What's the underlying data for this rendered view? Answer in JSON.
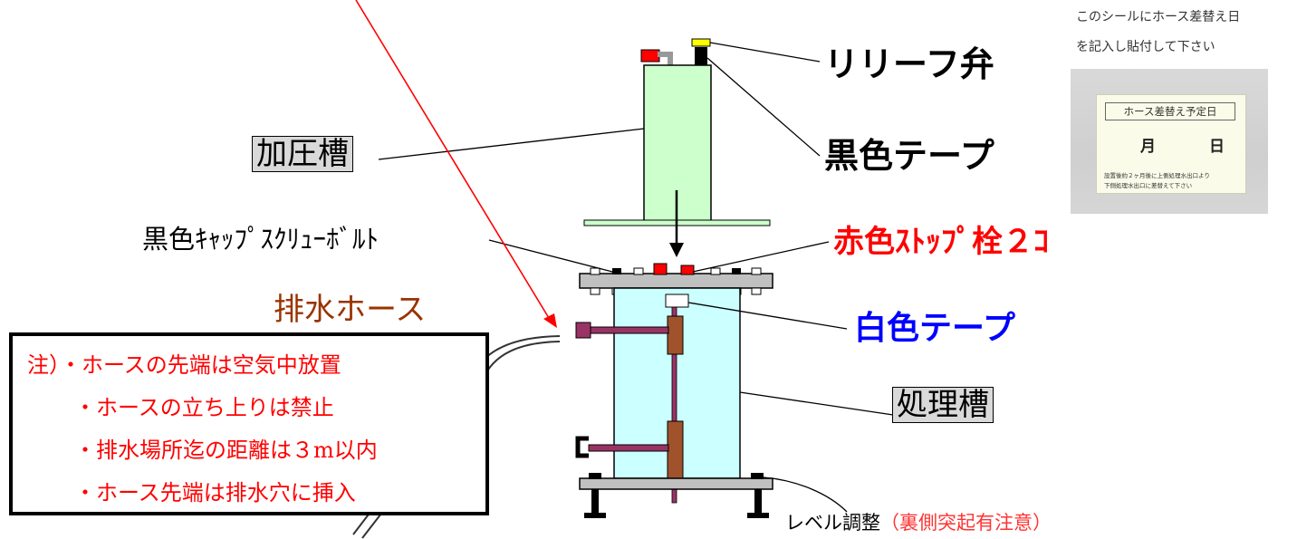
{
  "labels": {
    "relief_valve": "リリーフ弁",
    "black_tape": "黒色テープ",
    "pressure_tank": "加圧槽",
    "black_cap_bolt": "黒色ｷｬｯﾌﾟｽｸﾘｭｰﾎﾞﾙﾄ",
    "red_stop_plug": "赤色ｽﾄｯﾌﾟ栓２ｺ",
    "drain_hose": "排水ホース",
    "white_tape": "白色テープ",
    "treatment_tank": "処理槽",
    "level_adjust": "レベル調整",
    "level_adjust_note": "（裏側突起有注意）"
  },
  "note": {
    "lines": [
      "注）・ホースの先端は空気中放置",
      "・ホースの立ち上りは禁止",
      "・排水場所迄の距離は３m以内",
      "・ホース先端は排水穴に挿入"
    ]
  },
  "sticker": {
    "instruction_line1": "このシールにホース差替え日",
    "instruction_line2": "を記入し貼付して下さい",
    "title": "ホース差替え予定日",
    "month": "月",
    "day": "日",
    "small_line1": "設置後約２ヶ月後に上側処理水出口より",
    "small_line2": "下側処理水出口に差替えて下さい"
  },
  "colors": {
    "pressure_tank_fill": "#ccffcc",
    "treatment_tank_fill": "#ccffff",
    "red_label": "#ff0000",
    "blue_label": "#0000ff",
    "brown_label": "#993300",
    "pipe": "#a0522d",
    "pipe_elbow": "#993366"
  }
}
